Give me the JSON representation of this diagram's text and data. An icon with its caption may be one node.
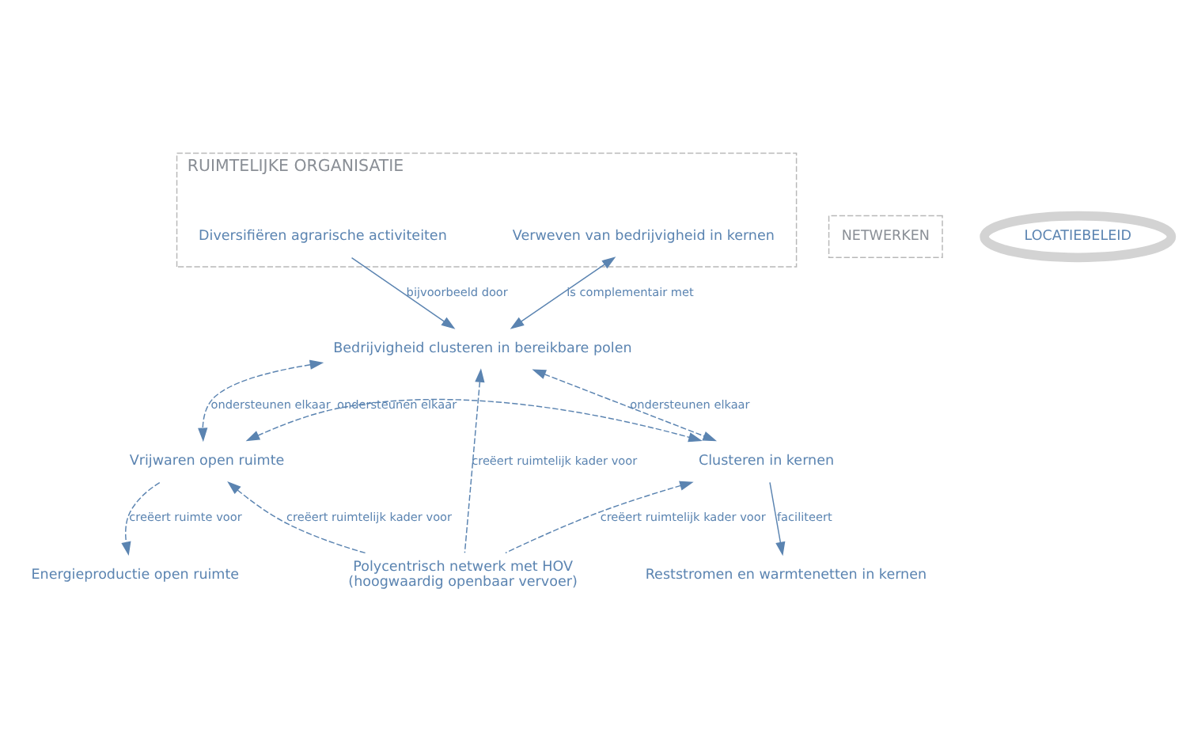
{
  "diagram": {
    "nodes": [
      {
        "text": [
          "RUIMTELIJKE ORGANISATIE"
        ]
      },
      {
        "text": [
          "NETWERKEN"
        ]
      },
      {
        "text": [
          "LOCATIEBELEID"
        ]
      },
      {
        "text": [
          "Diversifiëren agrarische activiteiten"
        ],
        "in": 0
      },
      {
        "text": [
          "Bedrijvigheid clusteren in bereikbare polen"
        ]
      },
      {
        "text": [
          "Verweven van bedrijvigheid in kernen"
        ],
        "in": 0
      },
      {
        "text": [
          "Vrijwaren open ruimte"
        ]
      },
      {
        "text": [
          "Clusteren in kernen"
        ]
      },
      {
        "text": [
          "Energieproductie open ruimte"
        ]
      },
      {
        "text": [
          "Reststromen en warmtenetten in kernen"
        ]
      },
      {
        "text": [
          "Polycentrisch netwerk met HOV",
          "(hoogwaardig openbaar vervoer)"
        ]
      }
    ],
    "edges": [
      {
        "from": 3,
        "to": 4,
        "arrow": "to",
        "label": "bijvoorbeeld door"
      },
      {
        "from": 4,
        "to": 5,
        "arrow": "both",
        "label": "is complementair met"
      },
      {
        "from": 4,
        "to": 6,
        "arrow": "both",
        "label": "ondersteunen elkaar",
        "style": "dashed"
      },
      {
        "from": 4,
        "to": 7,
        "arrow": "both",
        "label": "ondersteunen elkaar",
        "style": "dashed"
      },
      {
        "from": 6,
        "to": 7,
        "arrow": "both",
        "label": "ondersteunen elkaar",
        "style": "dashed"
      },
      {
        "from": 6,
        "to": 8,
        "arrow": "to",
        "label": "creëert ruimte voor",
        "style": "dashed"
      },
      {
        "from": 7,
        "to": 9,
        "arrow": "to",
        "label": "faciliteert"
      },
      {
        "from": 10,
        "to": 6,
        "arrow": "to",
        "label": "creëert ruimtelijk kader voor",
        "style": "dashed"
      },
      {
        "from": 10,
        "to": 4,
        "arrow": "to",
        "label": "creëert ruimtelijk kader voor",
        "style": "dashed"
      },
      {
        "from": 10,
        "to": 7,
        "arrow": "to",
        "label": "creëert ruimtelijk kader voor",
        "style": "dashed"
      }
    ]
  }
}
